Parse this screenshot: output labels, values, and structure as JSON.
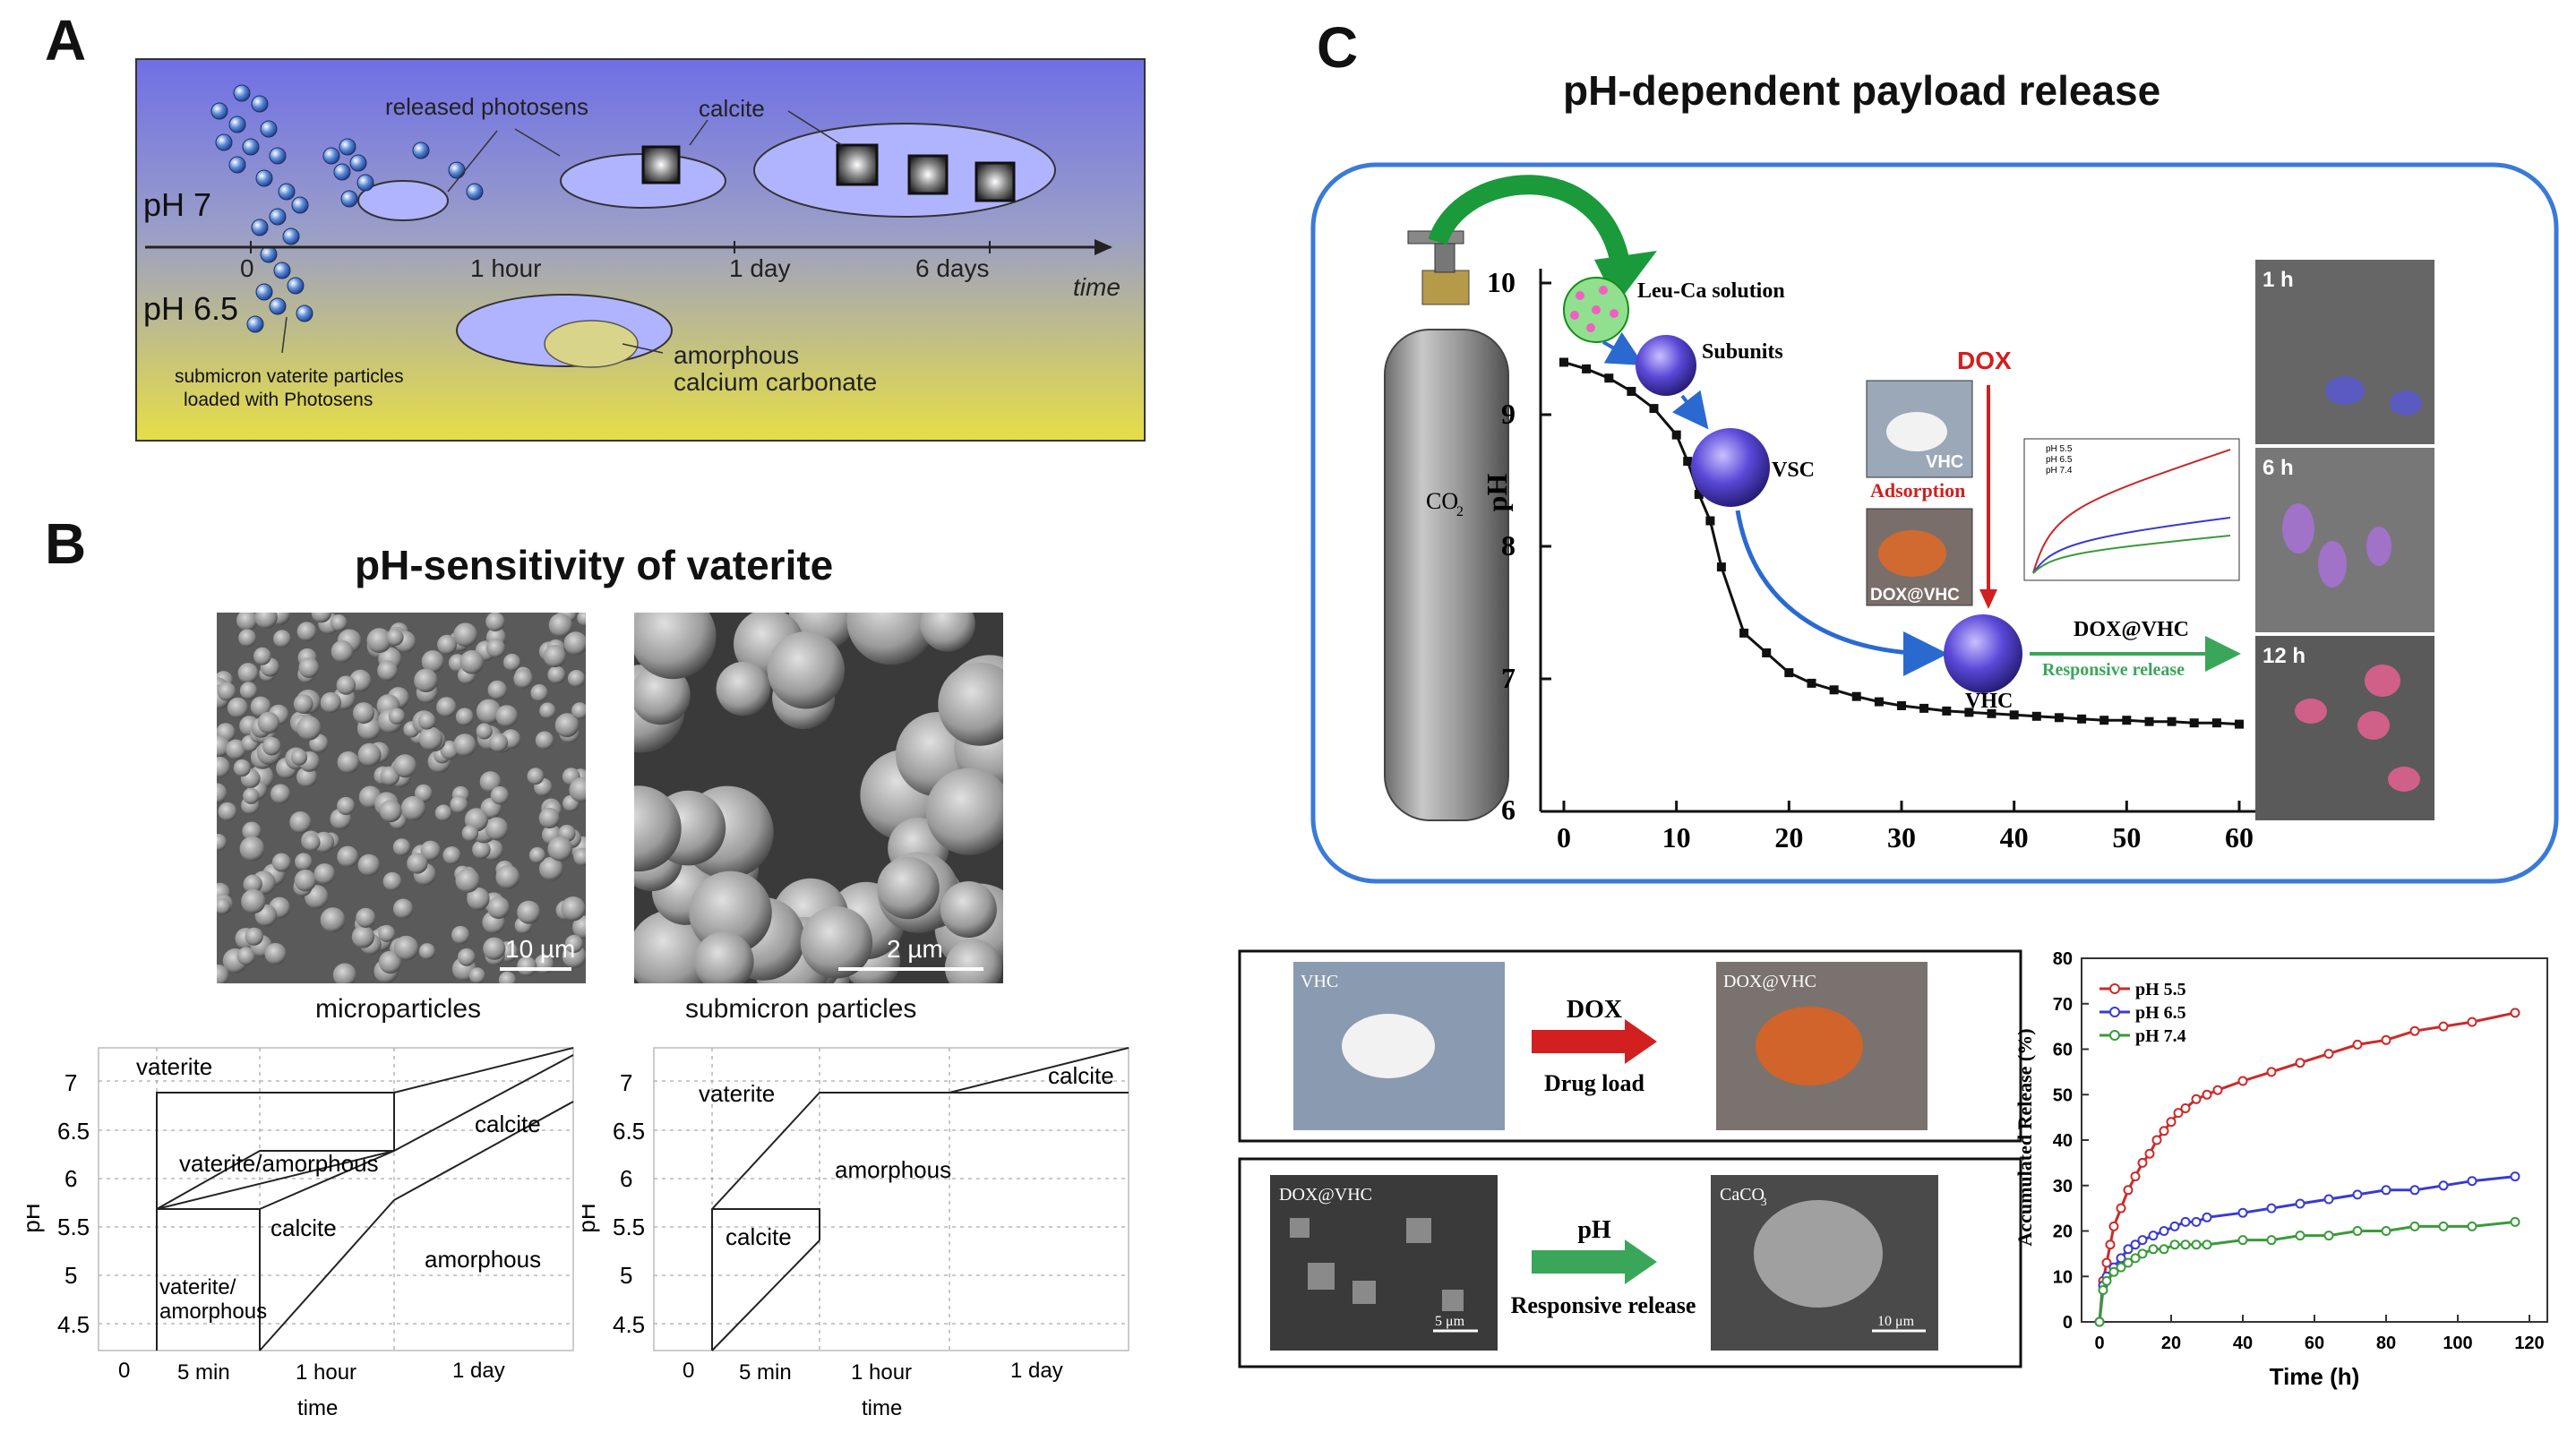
{
  "panels": {
    "A": {
      "letter": "A",
      "timeline": {
        "ph_top": "pH 7",
        "ph_bottom": "pH 6.5",
        "ticks": [
          "0",
          "1 hour",
          "1 day",
          "6 days"
        ],
        "axis_label": "time",
        "labels": {
          "released": "released photosens",
          "calcite": "calcite",
          "submicron": "submicron vaterite particles",
          "loaded": "loaded with Photosens",
          "amorphous1": "amorphous",
          "amorphous2": "calcium carbonate"
        }
      }
    },
    "B": {
      "letter": "B",
      "title": "pH-sensitivity of vaterite",
      "micro_label": "microparticles",
      "submicron_label": "submicron  particles",
      "scale_micro": "10 µm",
      "scale_sub": "2 µm",
      "chart_data": [
        {
          "type": "diagram",
          "ylabel": "pH",
          "xlabel": "time",
          "yticks": [
            "7",
            "6.5",
            "6",
            "5.5",
            "5",
            "4.5"
          ],
          "xticks": [
            "0",
            "5 min",
            "1 hour",
            "1 day"
          ],
          "regions": [
            "vaterite",
            "calcite",
            "vaterite/amorphous",
            "calcite",
            "amorphous",
            "vaterite/",
            "amorphous"
          ]
        },
        {
          "type": "diagram",
          "ylabel": "pH",
          "xlabel": "time",
          "yticks": [
            "7",
            "6.5",
            "6",
            "5.5",
            "5",
            "4.5"
          ],
          "xticks": [
            "0",
            "5 min",
            "1 hour",
            "1 day"
          ],
          "regions": [
            "calcite",
            "vaterite",
            "amorphous",
            "calcite"
          ]
        }
      ]
    },
    "C": {
      "letter": "C",
      "title": "pH-dependent payload release",
      "gas_label": "CO",
      "gas_sub": "2",
      "ylabel": "pH",
      "yticks": [
        "10",
        "9",
        "8",
        "7",
        "6"
      ],
      "xticks": [
        "0",
        "10",
        "20",
        "30",
        "40",
        "50",
        "60"
      ],
      "labels": {
        "leu": "Leu-Ca solution",
        "subunits": "Subunits",
        "vsc": "VSC",
        "vhc": "VHC",
        "dox": "DOX",
        "adsorption": "Adsorption",
        "doxvhc_img": "DOX@VHC",
        "doxvhc": "DOX@VHC",
        "responsive": "Responsive release",
        "vhc_img": "VHC"
      },
      "cell_times": [
        "1 h",
        "6 h",
        "12 h"
      ],
      "inset_legend": [
        "pH 5.5",
        "pH 6.5",
        "pH 7.4"
      ],
      "ph_curve": {
        "type": "line",
        "x": [
          0,
          2,
          4,
          6,
          8,
          10,
          11,
          12,
          13,
          14,
          16,
          18,
          20,
          22,
          24,
          26,
          28,
          30,
          32,
          34,
          36,
          38,
          40,
          42,
          44,
          46,
          48,
          50,
          52,
          54,
          56,
          58,
          60
        ],
        "y": [
          9.4,
          9.35,
          9.28,
          9.18,
          9.05,
          8.85,
          8.65,
          8.4,
          8.2,
          7.85,
          7.35,
          7.2,
          7.05,
          6.97,
          6.92,
          6.87,
          6.83,
          6.8,
          6.78,
          6.76,
          6.75,
          6.74,
          6.73,
          6.72,
          6.71,
          6.7,
          6.69,
          6.69,
          6.68,
          6.68,
          6.67,
          6.67,
          6.66
        ],
        "ylim": [
          6,
          10
        ],
        "xlim": [
          0,
          60
        ]
      },
      "drug_load": {
        "left_img": "VHC",
        "right_img": "DOX@VHC",
        "arrow_top": "DOX",
        "arrow_bottom": "Drug load"
      },
      "release": {
        "left_img": "DOX@VHC",
        "left_scale": "5 μm",
        "right_img": "CaCO",
        "right_sub": "3",
        "right_scale": "10 μm",
        "arrow_top": "pH",
        "arrow_bottom": "Responsive release"
      },
      "release_chart": {
        "type": "line",
        "ylabel": "Accumulated Release (%)",
        "xlabel": "Time (h)",
        "yticks": [
          "0",
          "10",
          "20",
          "30",
          "40",
          "50",
          "60",
          "70",
          "80"
        ],
        "xticks": [
          "0",
          "20",
          "40",
          "60",
          "80",
          "100",
          "120"
        ],
        "ylim": [
          0,
          80
        ],
        "xlim": [
          0,
          120
        ],
        "series": [
          {
            "name": "pH 5.5",
            "color": "#cc2a2a",
            "x": [
              0,
              1,
              2,
              3,
              4,
              6,
              8,
              10,
              12,
              14,
              16,
              18,
              20,
              22,
              24,
              27,
              30,
              33,
              40,
              48,
              56,
              64,
              72,
              80,
              88,
              96,
              104,
              116
            ],
            "y": [
              0,
              9,
              13,
              17,
              21,
              25,
              29,
              32,
              35,
              37,
              40,
              42,
              44,
              46,
              47,
              49,
              50,
              51,
              53,
              55,
              57,
              59,
              61,
              62,
              64,
              65,
              66,
              68
            ]
          },
          {
            "name": "pH 6.5",
            "color": "#3a3ad0",
            "x": [
              0,
              1,
              2,
              4,
              6,
              8,
              10,
              12,
              15,
              18,
              21,
              24,
              27,
              30,
              40,
              48,
              56,
              64,
              72,
              80,
              88,
              96,
              104,
              116
            ],
            "y": [
              0,
              8,
              10,
              12,
              14,
              16,
              17,
              18,
              19,
              20,
              21,
              22,
              22,
              23,
              24,
              25,
              26,
              27,
              28,
              29,
              29,
              30,
              31,
              32
            ]
          },
          {
            "name": "pH 7.4",
            "color": "#3a9a3a",
            "x": [
              0,
              1,
              2,
              4,
              6,
              8,
              10,
              12,
              15,
              18,
              21,
              24,
              27,
              30,
              40,
              48,
              56,
              64,
              72,
              80,
              88,
              96,
              104,
              116
            ],
            "y": [
              0,
              7,
              9,
              11,
              12,
              13,
              14,
              15,
              16,
              16,
              17,
              17,
              17,
              17,
              18,
              18,
              19,
              19,
              20,
              20,
              21,
              21,
              21,
              22
            ]
          }
        ]
      }
    }
  }
}
